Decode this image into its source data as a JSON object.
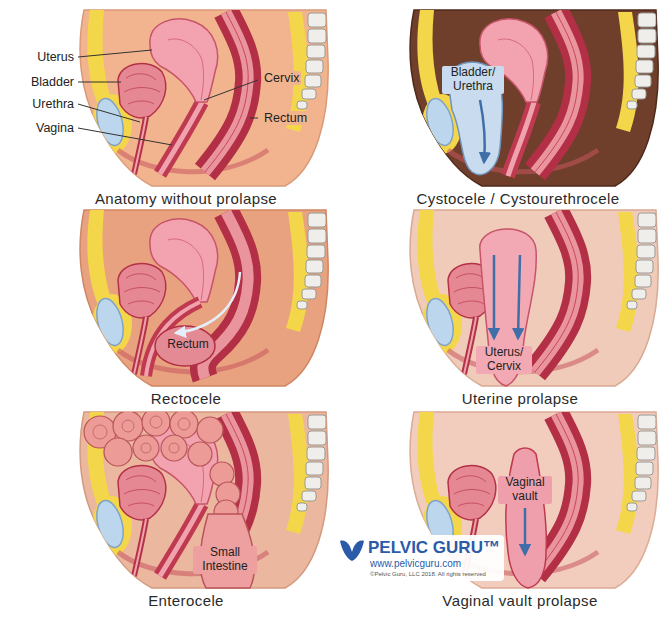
{
  "diagram": {
    "labels": [
      "Uterus",
      "Bladder",
      "Urethra",
      "Vagina",
      "Cervix",
      "Rectum",
      "Anatomy without prolapse",
      "Bladder/ Urethra",
      "Cystocele / Cystourethrocele",
      "Rectum",
      "Rectocele",
      "Uterus/ Cervix",
      "Uterine prolapse",
      "Small Intestine",
      "Enterocele",
      "PELVIC GURU™",
      "www.pelvicguru.com",
      "©Pelvic Guru, LLC 2018. All rights reserved",
      "Vaginal vault",
      "Vaginal vault prolapse"
    ]
  }
}
